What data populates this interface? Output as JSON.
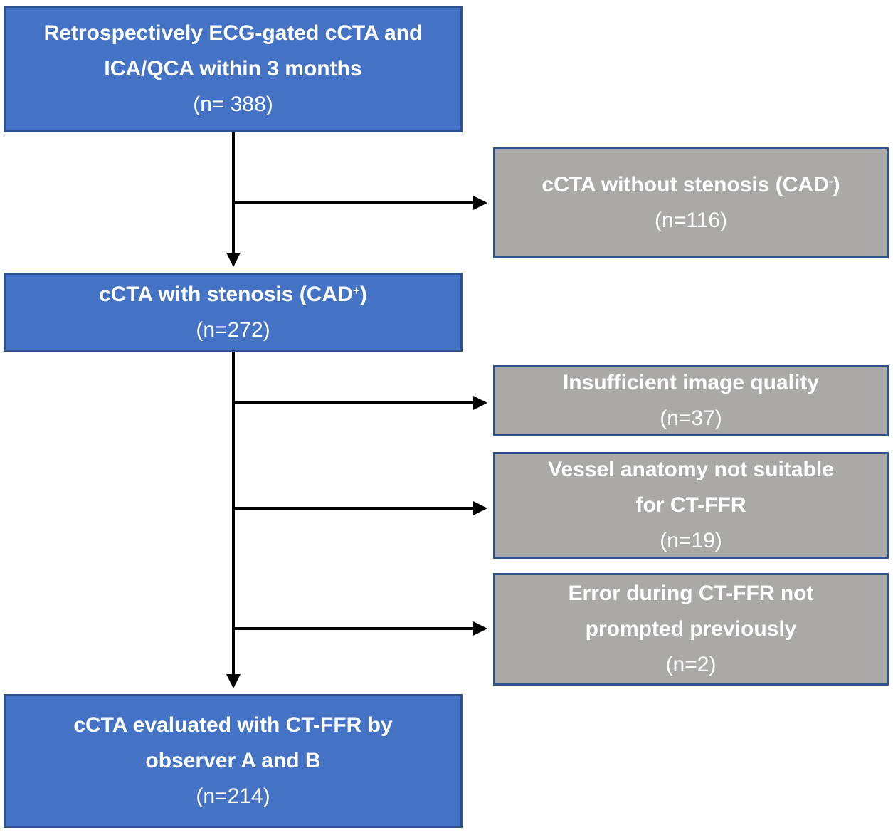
{
  "diagram": {
    "title_semantic": "Study inclusion flow diagram",
    "colors": {
      "bg": "#FFFFFF",
      "blue_fill": "#4472C4",
      "blue_border": "#2F528F",
      "gray_fill": "#ABA8A8",
      "gray_border": "#2F528F",
      "arrow": "#000000",
      "text": "#FFFFFF"
    },
    "nodes": {
      "enrollment": {
        "line1": "Retrospectively ECG-gated cCTA and",
        "line2": "ICA/QCA within 3 months",
        "count": "(n= 388)"
      },
      "excl_no_stenosis": {
        "prefix": "cCTA without stenosis (CAD",
        "sup": "-",
        "suffix": ")",
        "count": "(n=116)"
      },
      "stenosis": {
        "prefix": "cCTA with stenosis (CAD",
        "sup": "+",
        "suffix": ")",
        "count": "(n=272)"
      },
      "excl_quality": {
        "line1": "Insufficient image quality",
        "count": "(n=37)"
      },
      "excl_anatomy": {
        "line1": "Vessel anatomy not suitable",
        "line2": "for CT-FFR",
        "count": "(n=19)"
      },
      "excl_error": {
        "line1": "Error during CT-FFR not",
        "line2": "prompted previously",
        "count": "(n=2)"
      },
      "final": {
        "line1": "cCTA evaluated with CT-FFR by",
        "line2": "observer A and B",
        "count": "(n=214)"
      }
    },
    "edges": [
      {
        "from": "enrollment",
        "to": "stenosis"
      },
      {
        "from": "enrollment",
        "to": "excl_no_stenosis"
      },
      {
        "from": "stenosis",
        "to": "final"
      },
      {
        "from": "stenosis",
        "to": "excl_quality"
      },
      {
        "from": "stenosis",
        "to": "excl_anatomy"
      },
      {
        "from": "stenosis",
        "to": "excl_error"
      }
    ]
  }
}
